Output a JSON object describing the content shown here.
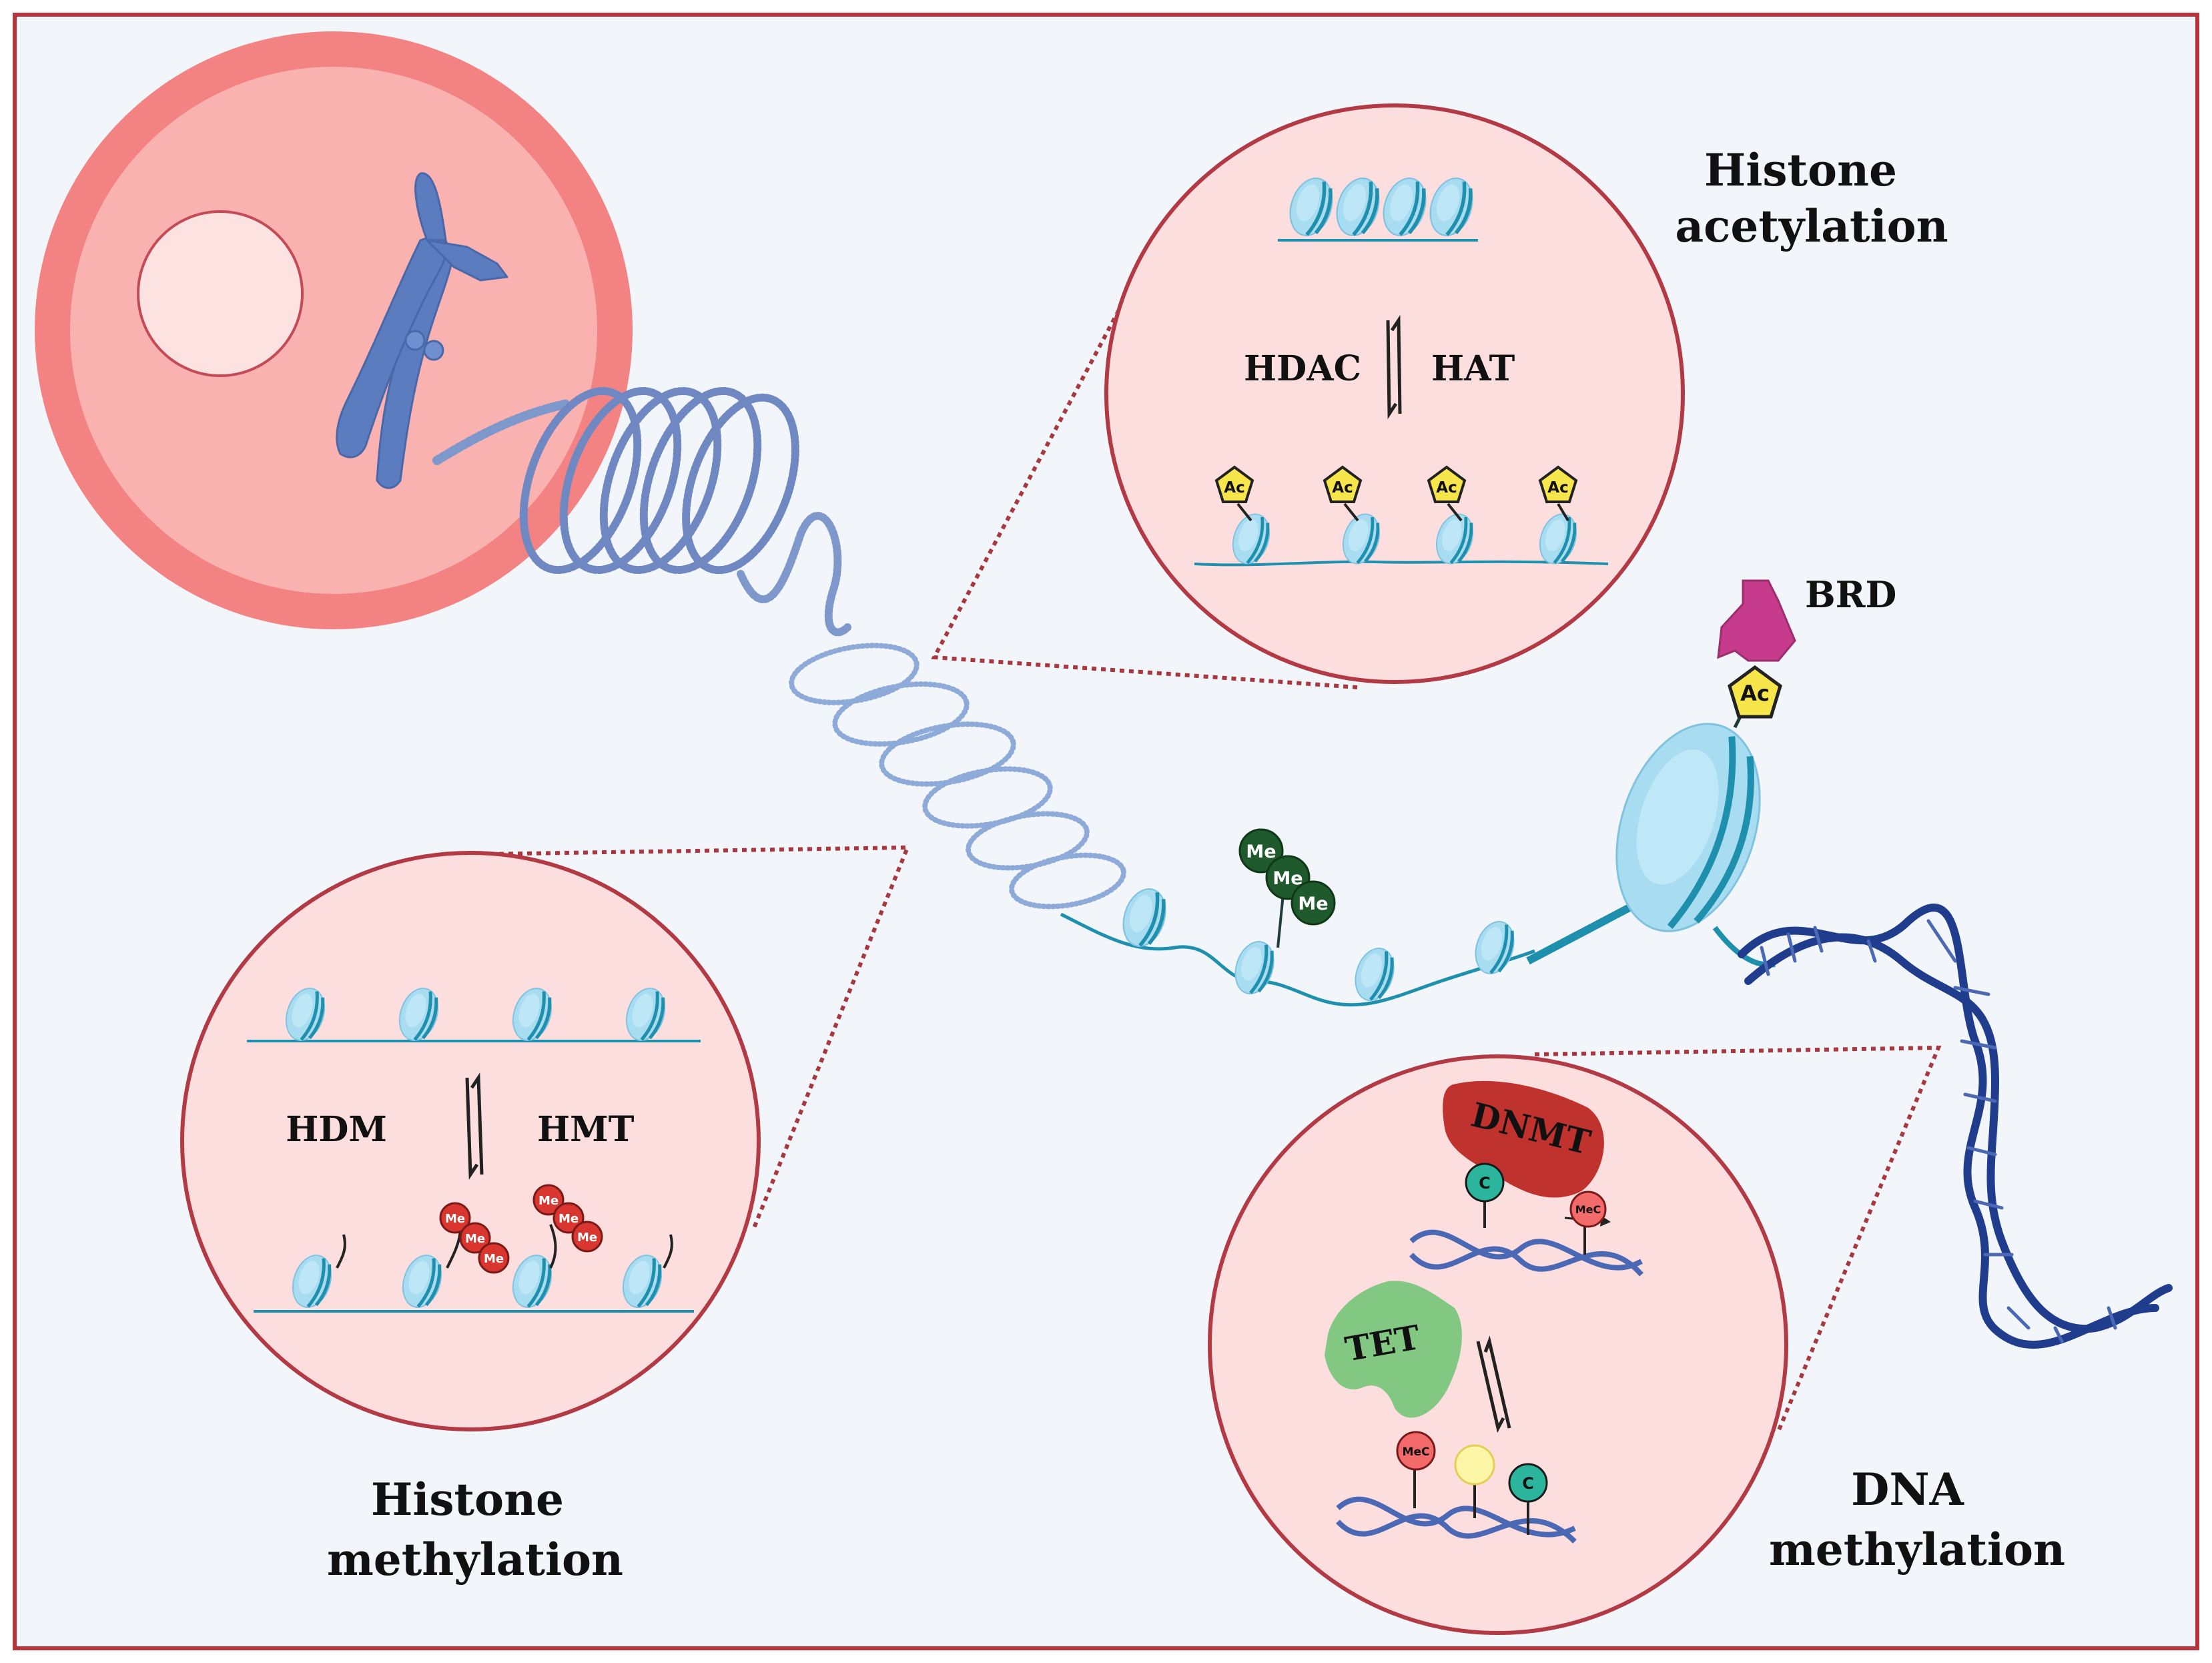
{
  "labels": {
    "histone_acetylation": [
      "Histone",
      "acetylation"
    ],
    "histone_methylation": [
      "Histone",
      "methylation"
    ],
    "dna_methylation": [
      "DNA",
      "methylation"
    ],
    "hdac": "HDAC",
    "hat": "HAT",
    "hdm": "HDM",
    "hmt": "HMT",
    "brd": "BRD",
    "dnmt": "DNMT",
    "tet": "TET"
  },
  "marks": {
    "acetyl": "Ac",
    "methyl": "Me",
    "cytosine": "C",
    "methylcytosine": "MeC"
  },
  "colors": {
    "frame": "#b8333a",
    "background": "#f2f5fa",
    "cell_outer": "#f38383",
    "cell_inner": "#fab2b0",
    "nucleus": "#fde2e2",
    "chromosome": "#5b7cbf",
    "inset_fill": "#fddede",
    "inset_border": "#b23a45",
    "nucleosome": "#a8dcf0",
    "linker": "#1f8fae",
    "acetyl_mark": "#f6e64b",
    "brd": "#c63b8c",
    "methyl_dark": "#1e5a2c",
    "methyl_red": "#d9362f",
    "dnmt": "#c0322e",
    "tet": "#82c782",
    "dna_helix": "#1f3d8c",
    "cytosine_mark": "#2bb59c",
    "pale_mark": "#fbf5a6"
  }
}
